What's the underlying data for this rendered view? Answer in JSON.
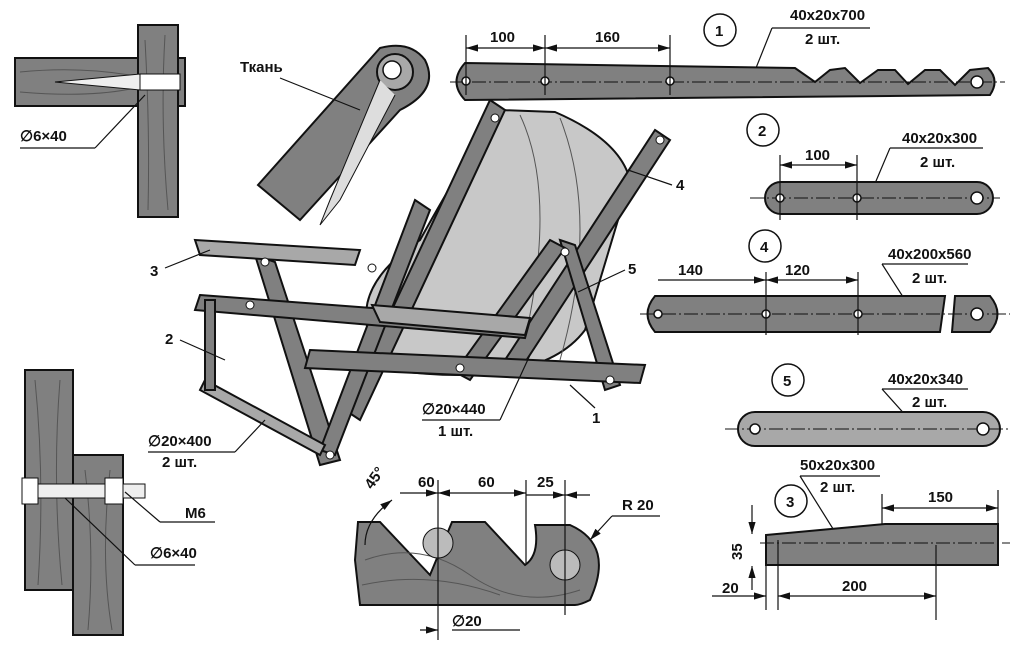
{
  "colors": {
    "wood": "#808080",
    "wood_light": "#a8a8a8",
    "fabric": "#c8c8c8",
    "ink": "#111111"
  },
  "details": {
    "screw_joint": {
      "label": "∅6×40"
    },
    "fabric_detail": {
      "label": "Ткань"
    },
    "bolt_joint": {
      "bolt_label": "M6",
      "dowel_label": "∅6×40"
    }
  },
  "assembly": {
    "callouts": [
      "3",
      "2",
      "4",
      "5",
      "1"
    ],
    "rod_front": {
      "size": "∅20×400",
      "qty": "2 шт."
    },
    "rod_mid": {
      "size": "∅20×440",
      "qty": "1 шт."
    }
  },
  "parts": [
    {
      "number": "1",
      "size": "40x20x700",
      "qty": "2 шт.",
      "dims": [
        "100",
        "160"
      ]
    },
    {
      "number": "2",
      "size": "40x20x300",
      "qty": "2 шт.",
      "dims": [
        "100"
      ]
    },
    {
      "number": "4",
      "size": "40x200x560",
      "qty": "2 шт.",
      "dims": [
        "140",
        "120"
      ]
    },
    {
      "number": "5",
      "size": "40x20x340",
      "qty": "2 шт.",
      "dims": []
    },
    {
      "number": "3",
      "size": "50x20x300",
      "qty": "2 шт.",
      "dims": [
        "150",
        "35",
        "20",
        "200"
      ]
    }
  ],
  "hook_detail": {
    "angle": "45°",
    "dims": [
      "60",
      "60",
      "25"
    ],
    "radius": "R 20",
    "diameter": "∅20"
  }
}
